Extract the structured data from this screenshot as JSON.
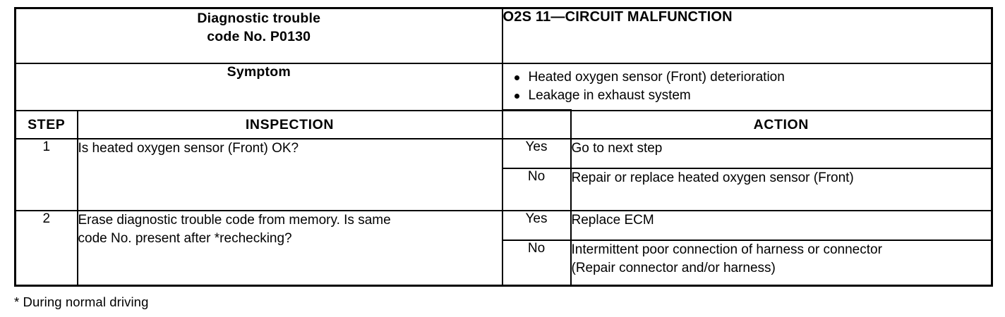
{
  "document": {
    "type": "diagnostic-trouble-code-table",
    "code_label": "Diagnostic trouble\ncode No. P0130",
    "code_label_line1": "Diagnostic trouble",
    "code_label_line2": "code No. P0130",
    "code_title": "O2S 11—CIRCUIT MALFUNCTION",
    "symptom_label": "Symptom",
    "symptoms": [
      "Heated oxygen sensor (Front) deterioration",
      "Leakage in exhaust system"
    ],
    "columns": {
      "step": "STEP",
      "inspection": "INSPECTION",
      "yesno": "",
      "action": "ACTION"
    },
    "steps": [
      {
        "number": "1",
        "inspection": "Is heated oxygen sensor (Front) OK?",
        "results": [
          {
            "answer": "Yes",
            "action": "Go to next step"
          },
          {
            "answer": "No",
            "action": "Repair or replace heated oxygen sensor (Front)"
          }
        ]
      },
      {
        "number": "2",
        "inspection": "Erase diagnostic trouble code from memory. Is same code No. present after *rechecking?",
        "inspection_line1": "Erase diagnostic trouble code from memory. Is same",
        "inspection_line2": "code No. present after *rechecking?",
        "results": [
          {
            "answer": "Yes",
            "action": "Replace ECM"
          },
          {
            "answer": "No",
            "action": "Intermittent poor connection of harness or connector (Repair connector and/or harness)",
            "action_line1": "Intermittent poor connection of harness or connector",
            "action_line2": "(Repair connector and/or harness)"
          }
        ]
      }
    ],
    "footnote": "* During normal driving"
  },
  "colors": {
    "ink": "#000000",
    "paper": "#ffffff"
  }
}
